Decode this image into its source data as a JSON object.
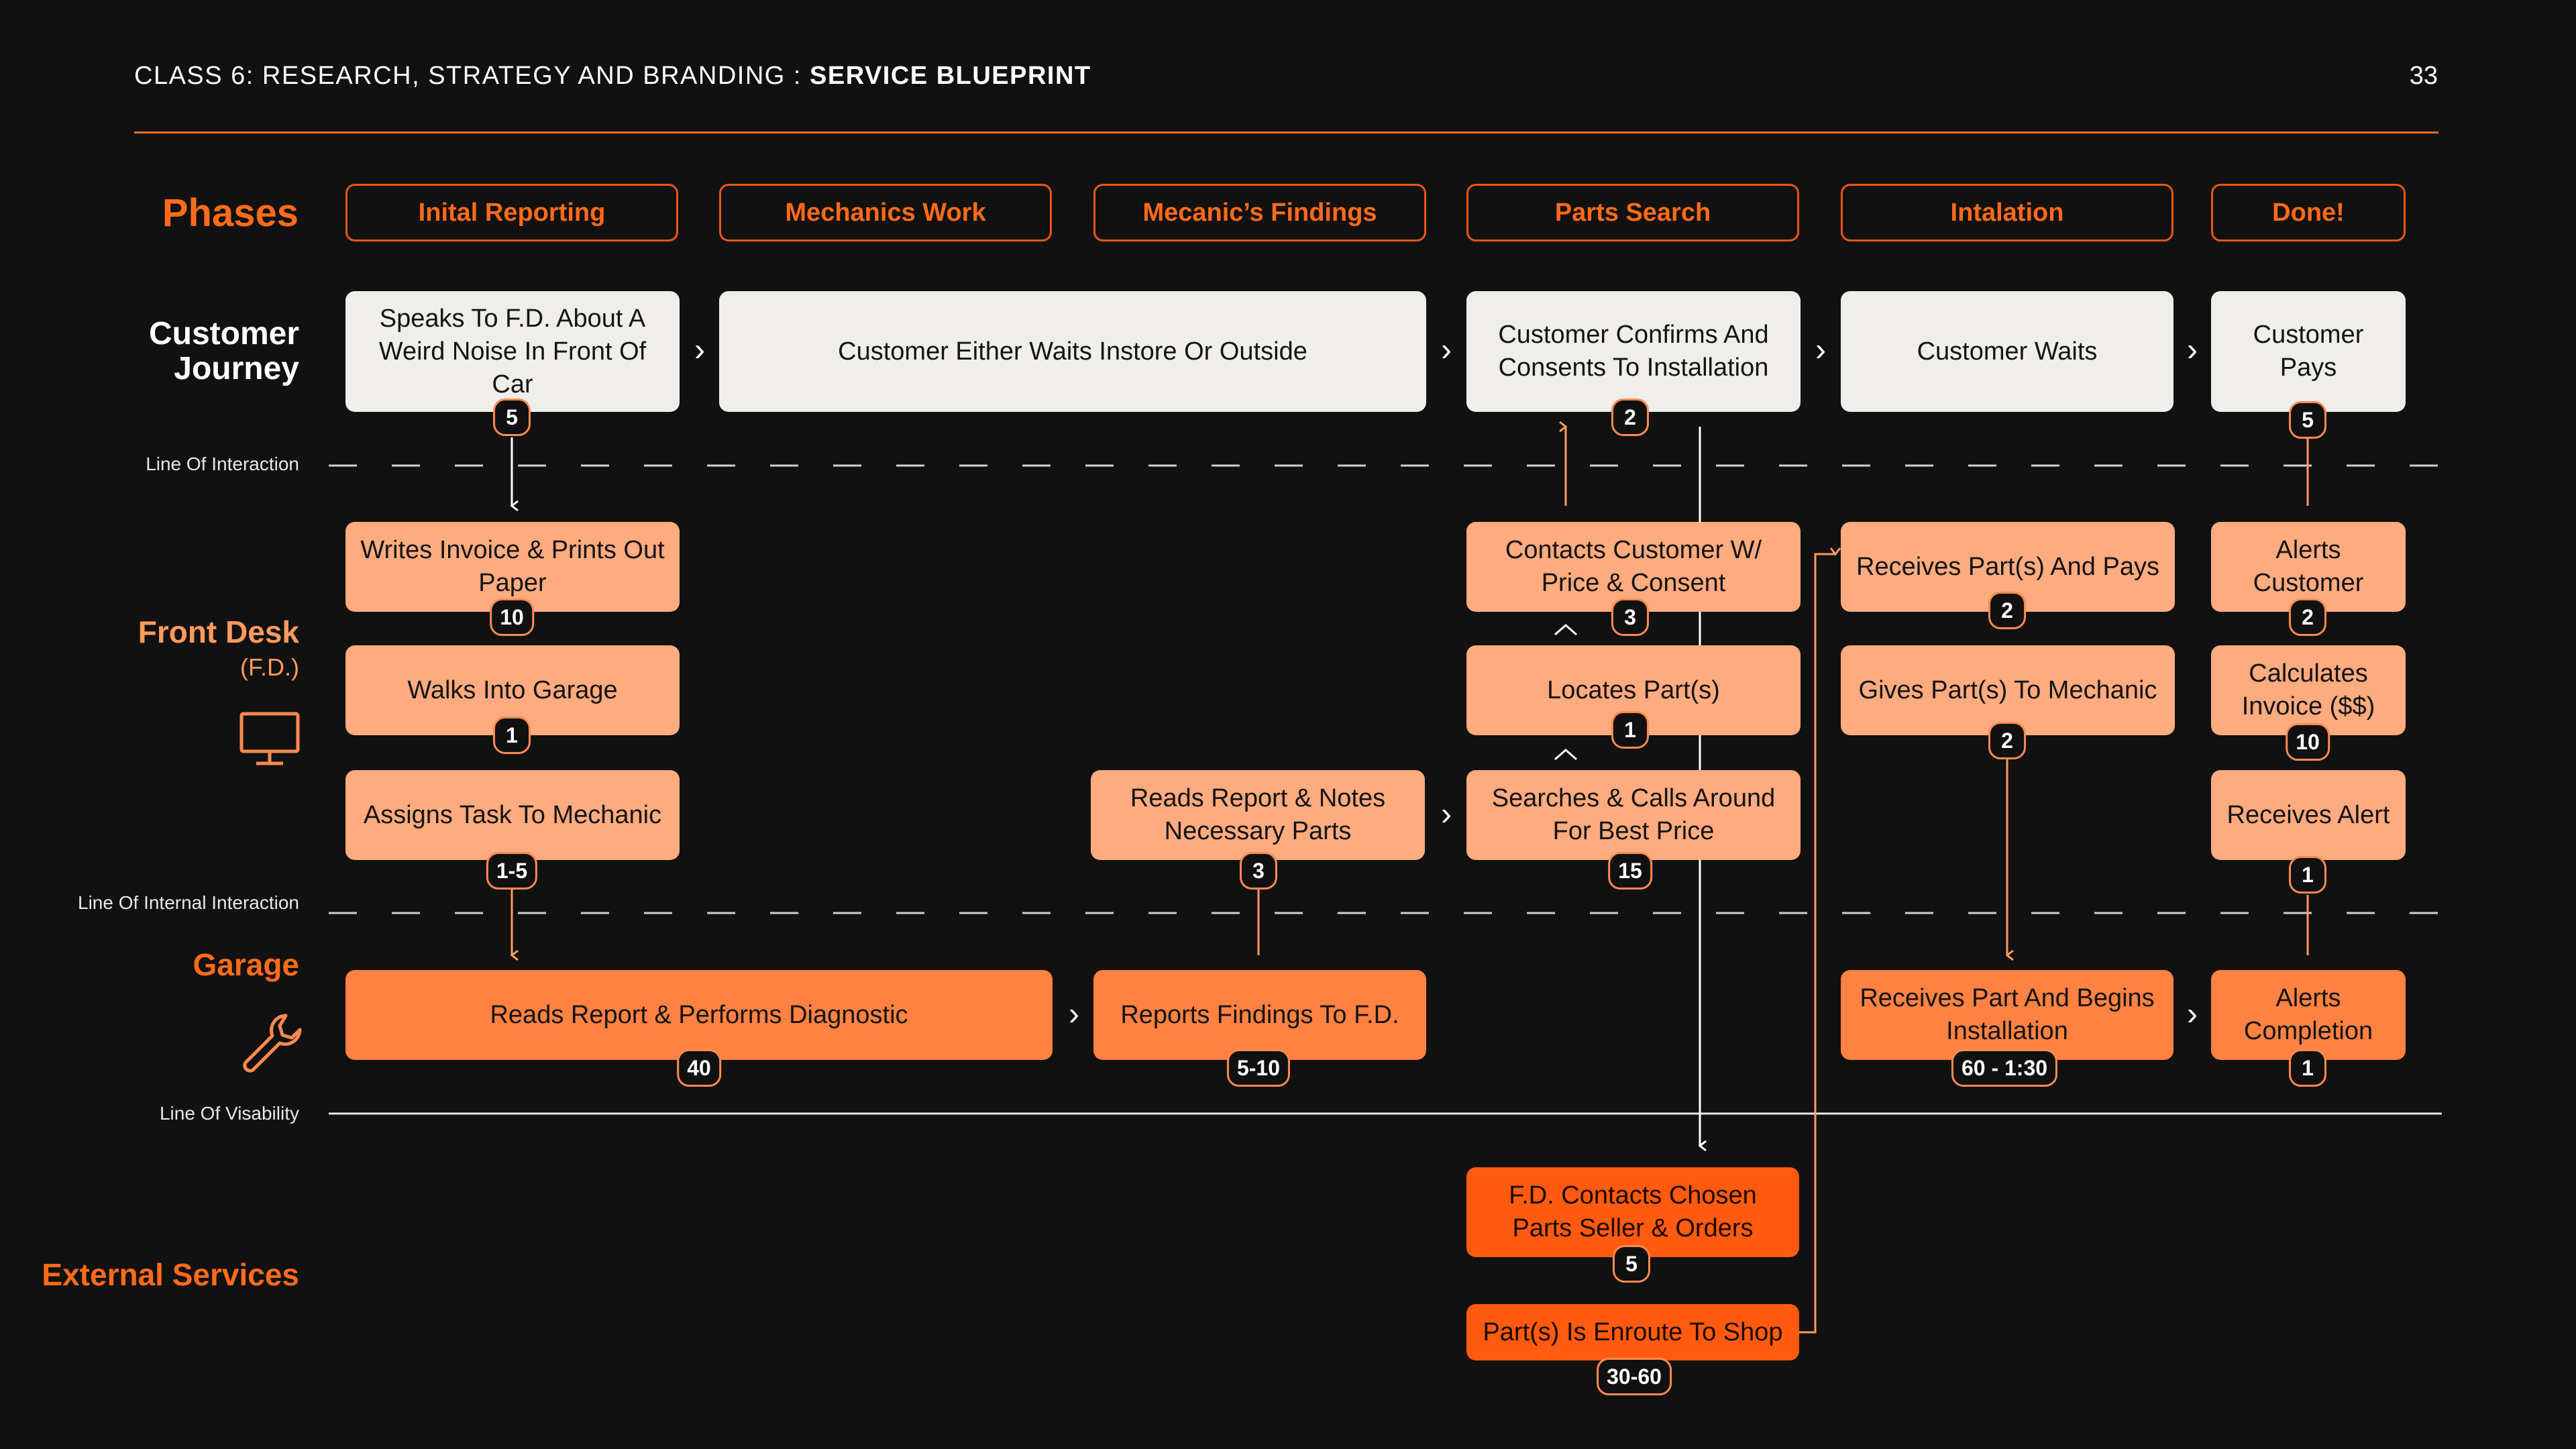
{
  "header": {
    "course": "CLASS 6: RESEARCH, STRATEGY AND BRANDING",
    "separator": " : ",
    "section": "SERVICE BLUEPRINT",
    "page_number": "33"
  },
  "lanes": {
    "phases": "Phases",
    "customer_journey_1": "Customer",
    "customer_journey_2": "Journey",
    "front_desk": "Front Desk",
    "front_desk_abbr": "(F.D.)",
    "garage": "Garage",
    "external": "External Services"
  },
  "lines": {
    "interaction": "Line Of Interaction",
    "internal": "Line Of Internal Interaction",
    "visibility": "Line Of Visability"
  },
  "phases": [
    "Inital Reporting",
    "Mechanics Work",
    "Mecanic’s Findings",
    "Parts Search",
    "Intalation",
    "Done!"
  ],
  "customer_journey": [
    {
      "text": "Speaks To F.D. About A Weird Noise In Front Of Car",
      "time": "5"
    },
    {
      "text": "Customer Either Waits Instore Or Outside",
      "time": ""
    },
    {
      "text": "Customer Confirms And Consents To Installation",
      "time": "2"
    },
    {
      "text": "Customer Waits",
      "time": ""
    },
    {
      "text": "Customer Pays",
      "time": "5"
    }
  ],
  "front_desk": [
    {
      "text": "Writes Invoice & Prints Out Paper",
      "time": "10"
    },
    {
      "text": "Walks Into Garage",
      "time": "1"
    },
    {
      "text": "Assigns Task To Mechanic",
      "time": "1-5"
    },
    {
      "text": "Reads Report & Notes Necessary Parts",
      "time": "3"
    },
    {
      "text": "Contacts Customer W/ Price & Consent",
      "time": "3"
    },
    {
      "text": "Locates Part(s)",
      "time": "1"
    },
    {
      "text": "Searches & Calls Around For Best Price",
      "time": "15"
    },
    {
      "text": "Receives Part(s) And Pays",
      "time": "2"
    },
    {
      "text": "Gives Part(s) To Mechanic",
      "time": "2"
    },
    {
      "text": "Alerts Customer",
      "time": "2"
    },
    {
      "text": "Calculates Invoice ($$)",
      "time": "10"
    },
    {
      "text": "Receives Alert",
      "time": "1"
    }
  ],
  "garage": [
    {
      "text": "Reads Report & Performs Diagnostic",
      "time": "40"
    },
    {
      "text": "Reports Findings To F.D.",
      "time": "5-10"
    },
    {
      "text": "Receives Part And Begins Installation",
      "time": "60 - 1:30"
    },
    {
      "text": "Alerts Completion",
      "time": "1"
    }
  ],
  "external": [
    {
      "text": "F.D. Contacts Chosen Parts Seller & Orders",
      "time": "5"
    },
    {
      "text": "Part(s) Is Enroute To Shop",
      "time": "30-60"
    }
  ],
  "icons": {
    "front_desk": "monitor-icon",
    "garage": "wrench-icon"
  },
  "colors": {
    "background": "#111111",
    "accent": "#ff6b1a",
    "customer_box": "#efeeea",
    "front_desk_box": "#ffab80",
    "garage_box": "#ff8243",
    "external_box": "#ff5a0f"
  }
}
